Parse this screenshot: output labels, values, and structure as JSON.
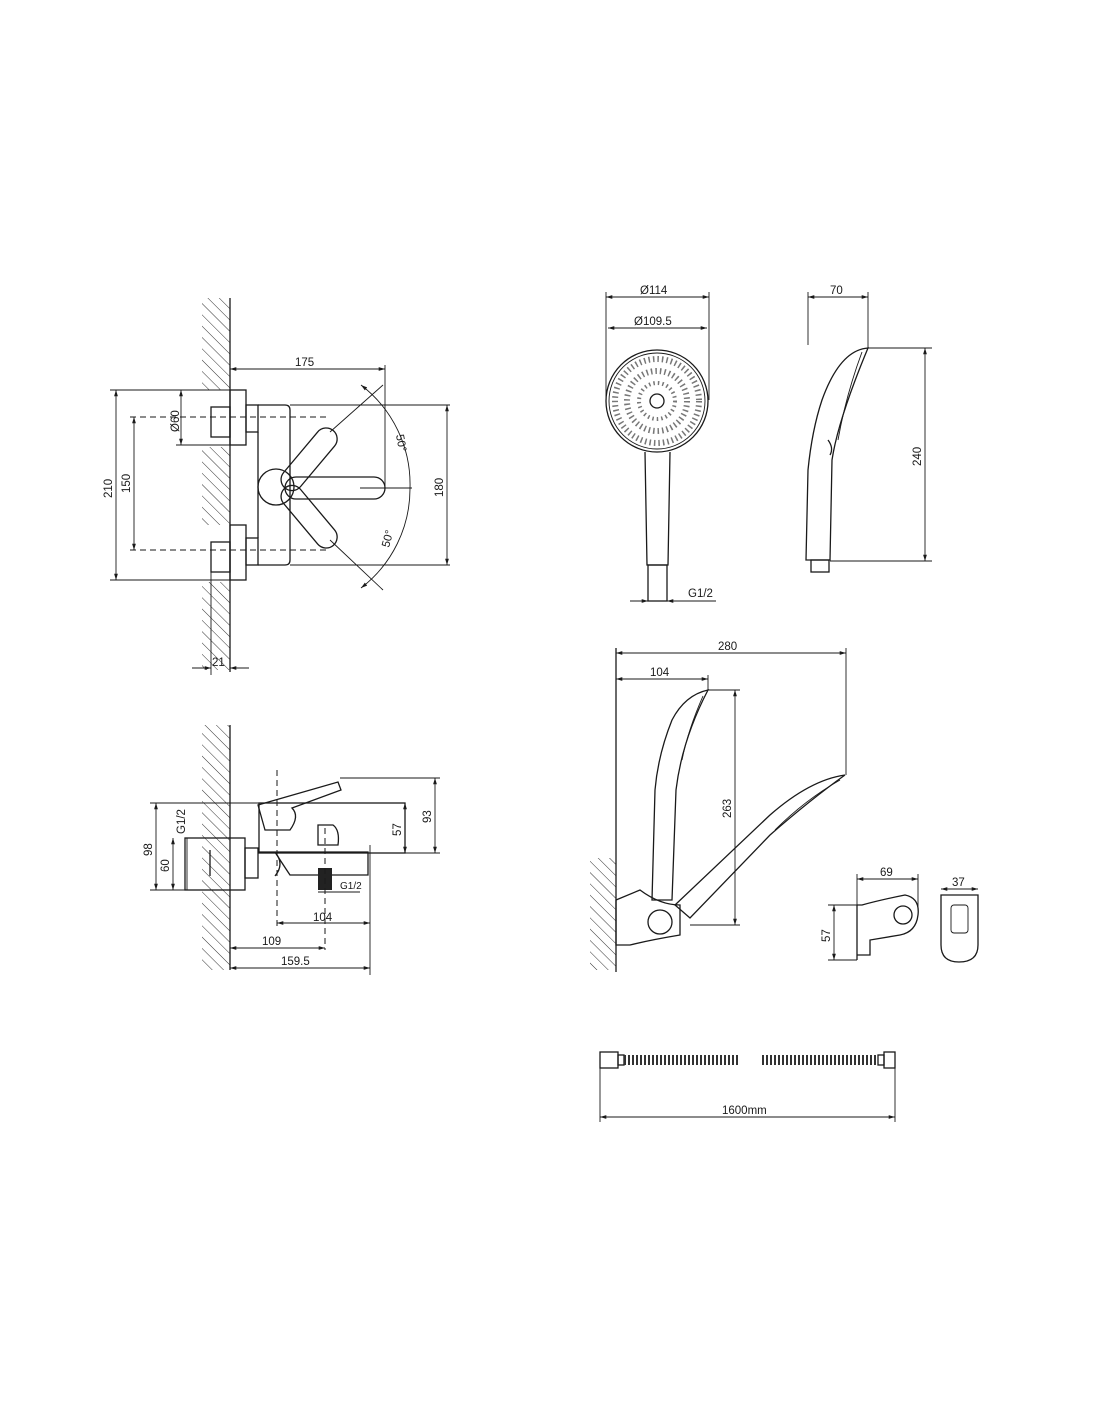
{
  "mixer_front": {
    "width_175": "175",
    "angle_top": "50°",
    "angle_bottom": "50°",
    "dia_60": "Ø60",
    "height_210": "210",
    "centers_150": "150",
    "height_180": "180",
    "depth_21": "21"
  },
  "mixer_side": {
    "thread_top": "G1/2",
    "height_98": "98",
    "height_60": "60",
    "height_57": "57",
    "height_93": "93",
    "thread_bottom": "G1/2",
    "len_104": "104",
    "len_109": "109",
    "len_159_5": "159.5"
  },
  "hand_shower_front": {
    "dia_114": "Ø114",
    "dia_109_5": "Ø109.5",
    "thread": "G1/2"
  },
  "hand_shower_side": {
    "depth_70": "70",
    "height_240": "240"
  },
  "shower_on_holder": {
    "width_280": "280",
    "width_104": "104",
    "height_263": "263"
  },
  "holder": {
    "width_69": "69",
    "height_57": "57",
    "width_37": "37"
  },
  "hose": {
    "length": "1600mm"
  }
}
